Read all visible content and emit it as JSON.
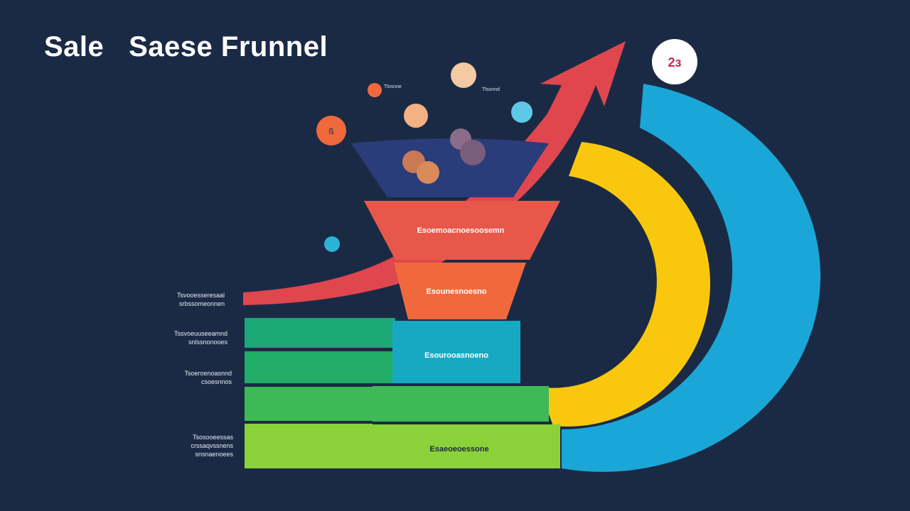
{
  "title": "Sale   Saese Frunnel",
  "badge": "2ɜ",
  "side_labels": [
    "Tsvooesseresaal\nsrbssomeonnen",
    "Tssvoeuuseeamnd\nsnlssnonooes",
    "Tsoeroenoasnnd\ncsoesnnos",
    "Tsosooeessas\ncrssaqvssnens\nsnsnaenoees"
  ],
  "stage_labels": {
    "red": "Esoemoacnoesoosemn",
    "orange": "Esounesnoesno",
    "teal": "Esourooasnoeno",
    "lime": "Esaeoeoessone"
  },
  "bubble_labels": [
    "Tlosnne",
    "Tlsonnd"
  ],
  "colors": {
    "background": "#1b2a44",
    "funnel_top": "#2a3c7a",
    "funnel_red": "#e8584a",
    "funnel_orange": "#f0693c",
    "teal": "#17a9c3",
    "green_dark": "#1aa876",
    "green_mid": "#3dba55",
    "lime": "#8bd13a",
    "arrow_red": "#e0464e",
    "arc_yellow": "#f9c80e",
    "arc_blue": "#1ba6d8"
  }
}
